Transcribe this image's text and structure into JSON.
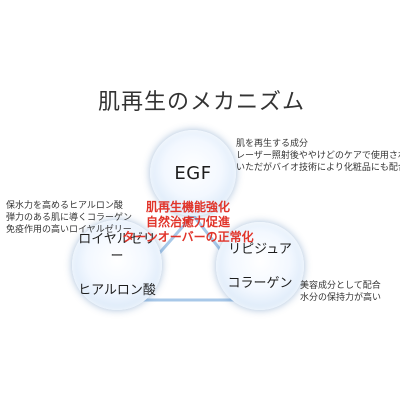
{
  "title": "肌再生のメカニズム",
  "nodes": {
    "egf": {
      "label": "EGF"
    },
    "royal": {
      "label_line1": "ロイヤルゼリー",
      "label_line2": "ヒアルロン酸"
    },
    "lipid": {
      "label_line1": "リピジュア",
      "label_line2": "コラーゲン"
    }
  },
  "center": {
    "line1": "肌再生機能強化",
    "line2": "自然治癒力促進",
    "line3": "ターンオーバーの正常化"
  },
  "notes": {
    "egf": {
      "line1": "肌を再生する成分",
      "line2": "レーザー照射後ややけどのケアで使用されて",
      "line3": "いただがバイオ技術により化粧品にも配合"
    },
    "royal": {
      "line1": "保水力を高めるヒアルロン酸",
      "line2": "弾力のある肌に導くコラーゲン",
      "line3": "免疫作用の高いロイヤルゼリー"
    },
    "lipid": {
      "line1": "美容成分として配合",
      "line2": "水分の保持力が高い"
    }
  },
  "colors": {
    "accent_text": "#e1342a",
    "circle_edge": "#b7d1ee",
    "connector": "#a8c8e8"
  }
}
